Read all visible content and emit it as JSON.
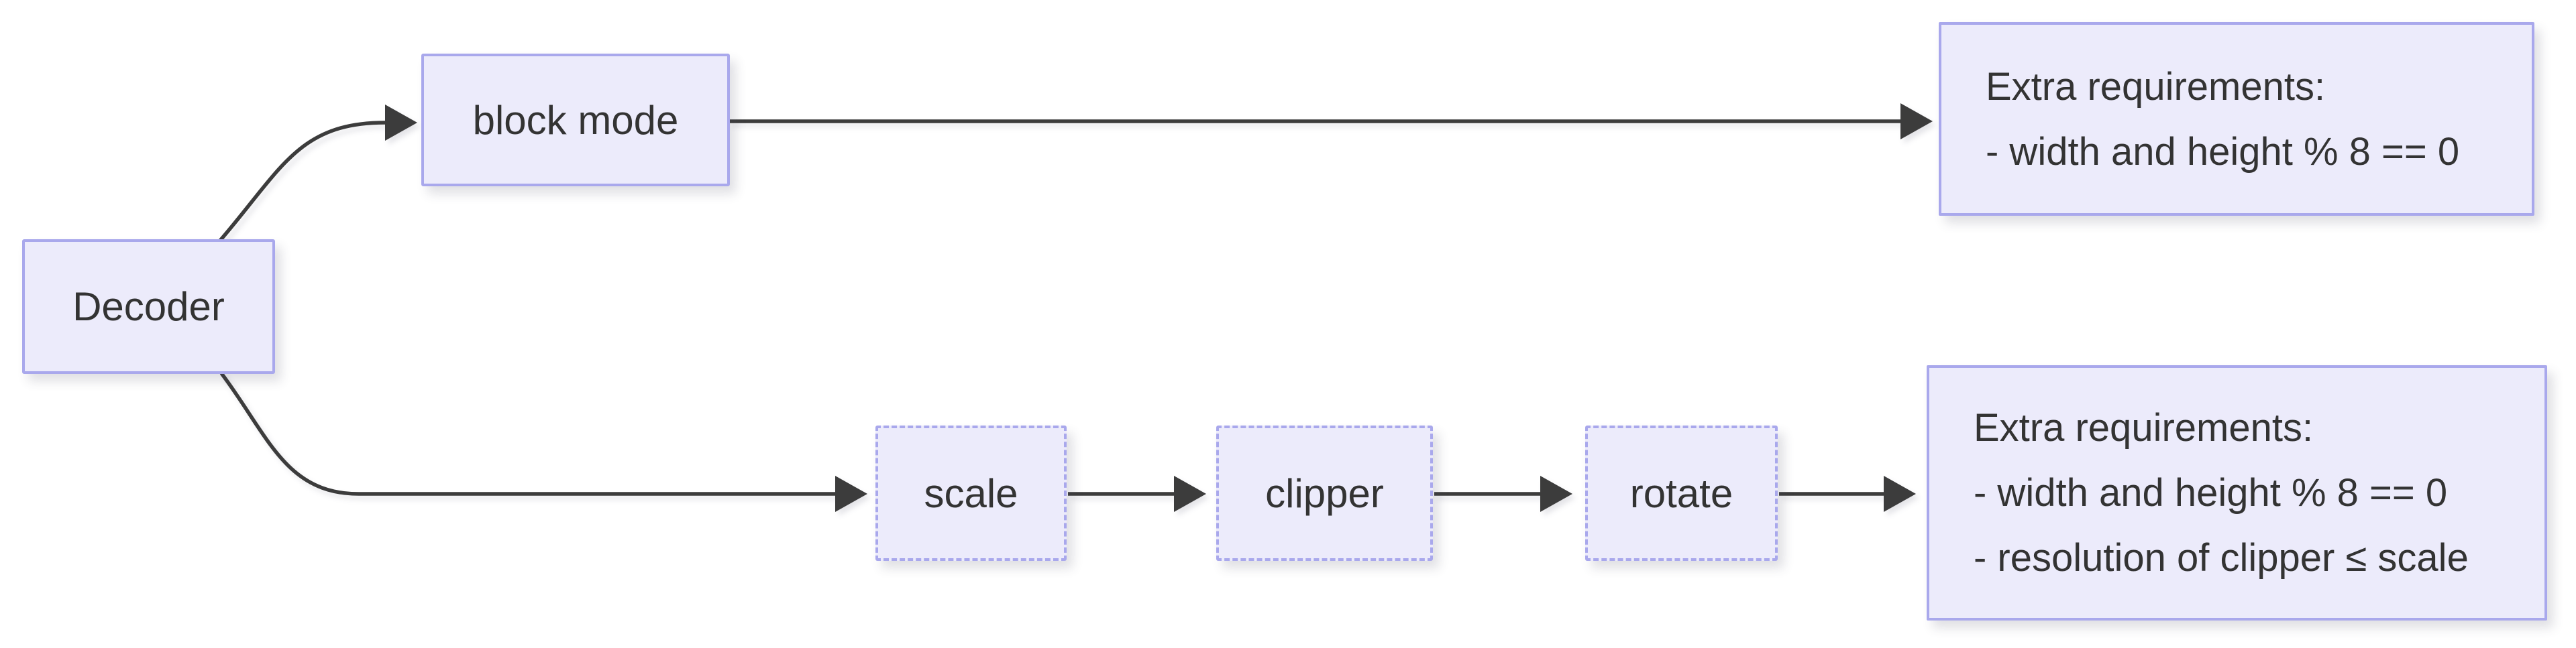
{
  "nodes": {
    "decoder": {
      "label": "Decoder"
    },
    "block_mode": {
      "label": "block mode"
    },
    "scale": {
      "label": "scale"
    },
    "clipper": {
      "label": "clipper"
    },
    "rotate": {
      "label": "rotate"
    }
  },
  "notes": {
    "top": {
      "lines": [
        "Extra requirements:",
        "- width and height % 8 == 0"
      ]
    },
    "bottom": {
      "lines": [
        "Extra requirements:",
        "- width and height % 8 == 0",
        "- resolution of clipper ≤ scale"
      ]
    }
  },
  "colors": {
    "background": "#FFFFFF",
    "node_fill": "#ECEBFB",
    "node_border": "#A9A8EC",
    "edge": "#3C3C3C",
    "text": "#333333"
  }
}
